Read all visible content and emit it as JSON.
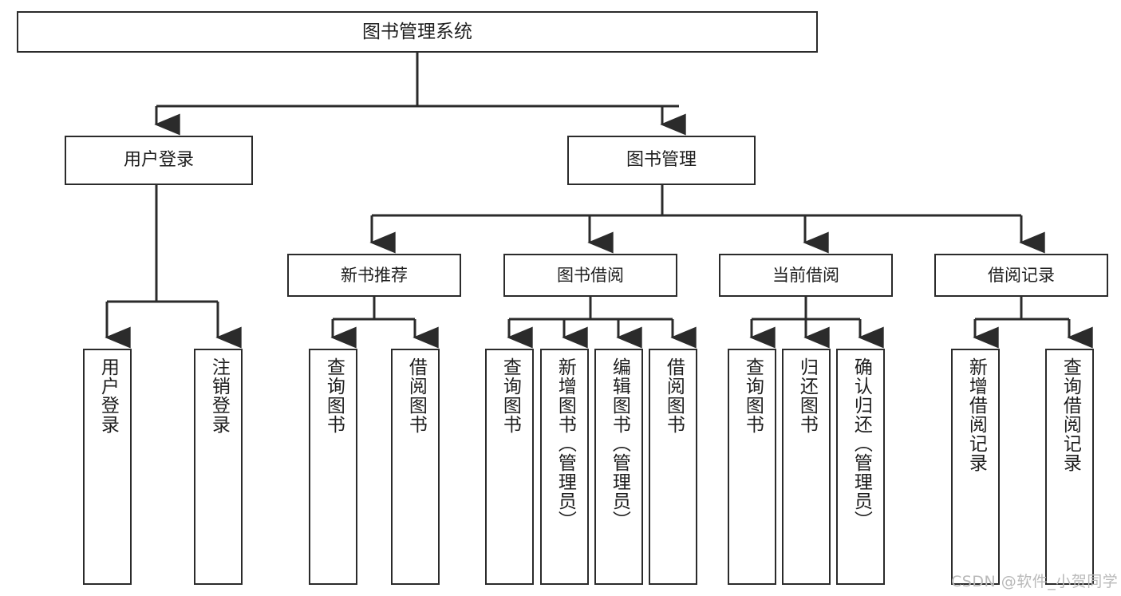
{
  "diagram": {
    "title": "图书管理系统",
    "watermark": "CSDN @软件_小贺同学",
    "line_color": "#2b2b2b",
    "box_fill": "#ffffff",
    "text_color": "#1e1e1e",
    "watermark_color": "#b9b9b9"
  },
  "root": {
    "label": "图书管理系统"
  },
  "level1": [
    {
      "label": "用户登录"
    },
    {
      "label": "图书管理"
    }
  ],
  "level2": [
    {
      "label": "新书推荐"
    },
    {
      "label": "图书借阅"
    },
    {
      "label": "当前借阅"
    },
    {
      "label": "借阅记录"
    }
  ],
  "leaves": {
    "user_login": [
      {
        "label": "用户登录"
      },
      {
        "label": "注销登录"
      }
    ],
    "new_book_recommend": [
      {
        "label": "查询图书"
      },
      {
        "label": "借阅图书"
      }
    ],
    "book_borrow": [
      {
        "label": "查询图书"
      },
      {
        "label": "新增图书（管理员）"
      },
      {
        "label": "编辑图书（管理员）"
      },
      {
        "label": "借阅图书"
      }
    ],
    "current_borrow": [
      {
        "label": "查询图书"
      },
      {
        "label": "归还图书"
      },
      {
        "label": "确认归还（管理员）"
      }
    ],
    "borrow_record": [
      {
        "label": "新增借阅记录"
      },
      {
        "label": "查询借阅记录"
      }
    ]
  }
}
